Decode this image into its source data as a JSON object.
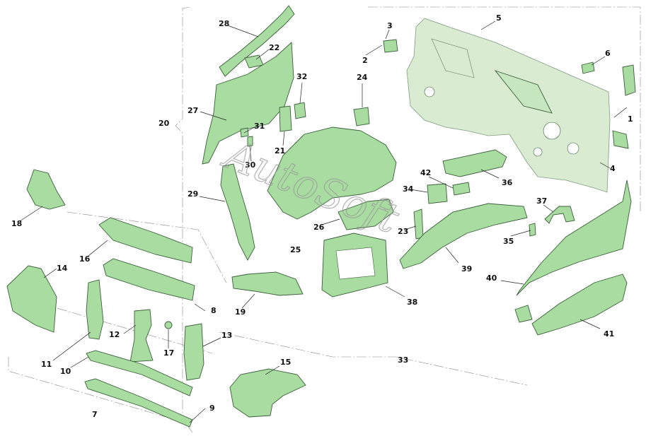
{
  "watermark": "AutoSoft",
  "callouts": [
    "1",
    "2",
    "3",
    "4",
    "5",
    "6",
    "7",
    "8",
    "9",
    "10",
    "11",
    "12",
    "13",
    "14",
    "15",
    "16",
    "17",
    "18",
    "19",
    "20",
    "21",
    "22",
    "23",
    "24",
    "25",
    "26",
    "27",
    "28",
    "29",
    "30",
    "31",
    "32",
    "33",
    "34",
    "35",
    "36",
    "37",
    "38",
    "39",
    "40",
    "41",
    "42"
  ],
  "colors": {
    "part_fill": "#a9dca1",
    "part_stroke": "#3a5f3a",
    "panel_fill": "#d9ecd2",
    "leader": "#222222"
  }
}
